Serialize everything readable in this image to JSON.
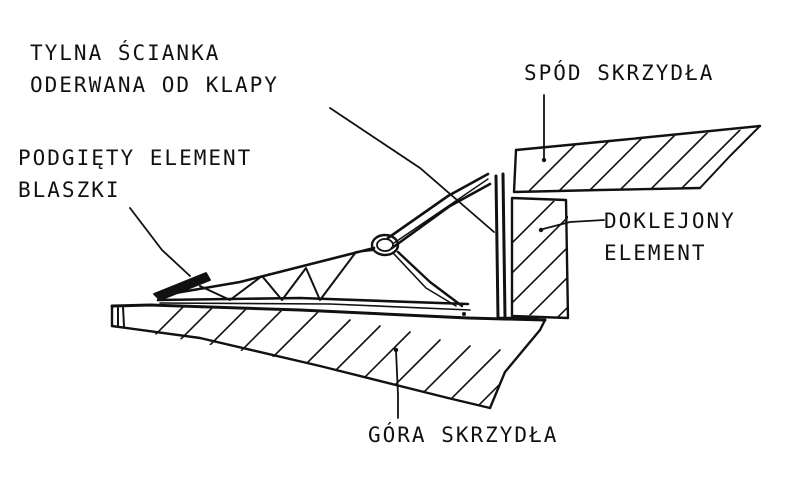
{
  "labels": {
    "tylna_line1": "TYLNA ŚCIANKA",
    "tylna_line2": "ODERWANA OD KLAPY",
    "podgiety_line1": "PODGIĘTY ELEMENT",
    "podgiety_line2": "BLASZKI",
    "spod": "SPÓD SKRZYDŁA",
    "doklejony_line1": "DOKLEJONY",
    "doklejony_line2": "ELEMENT",
    "gora": "GÓRA SKRZYDŁA"
  },
  "colors": {
    "ink": "#111111",
    "paper": "#ffffff"
  }
}
